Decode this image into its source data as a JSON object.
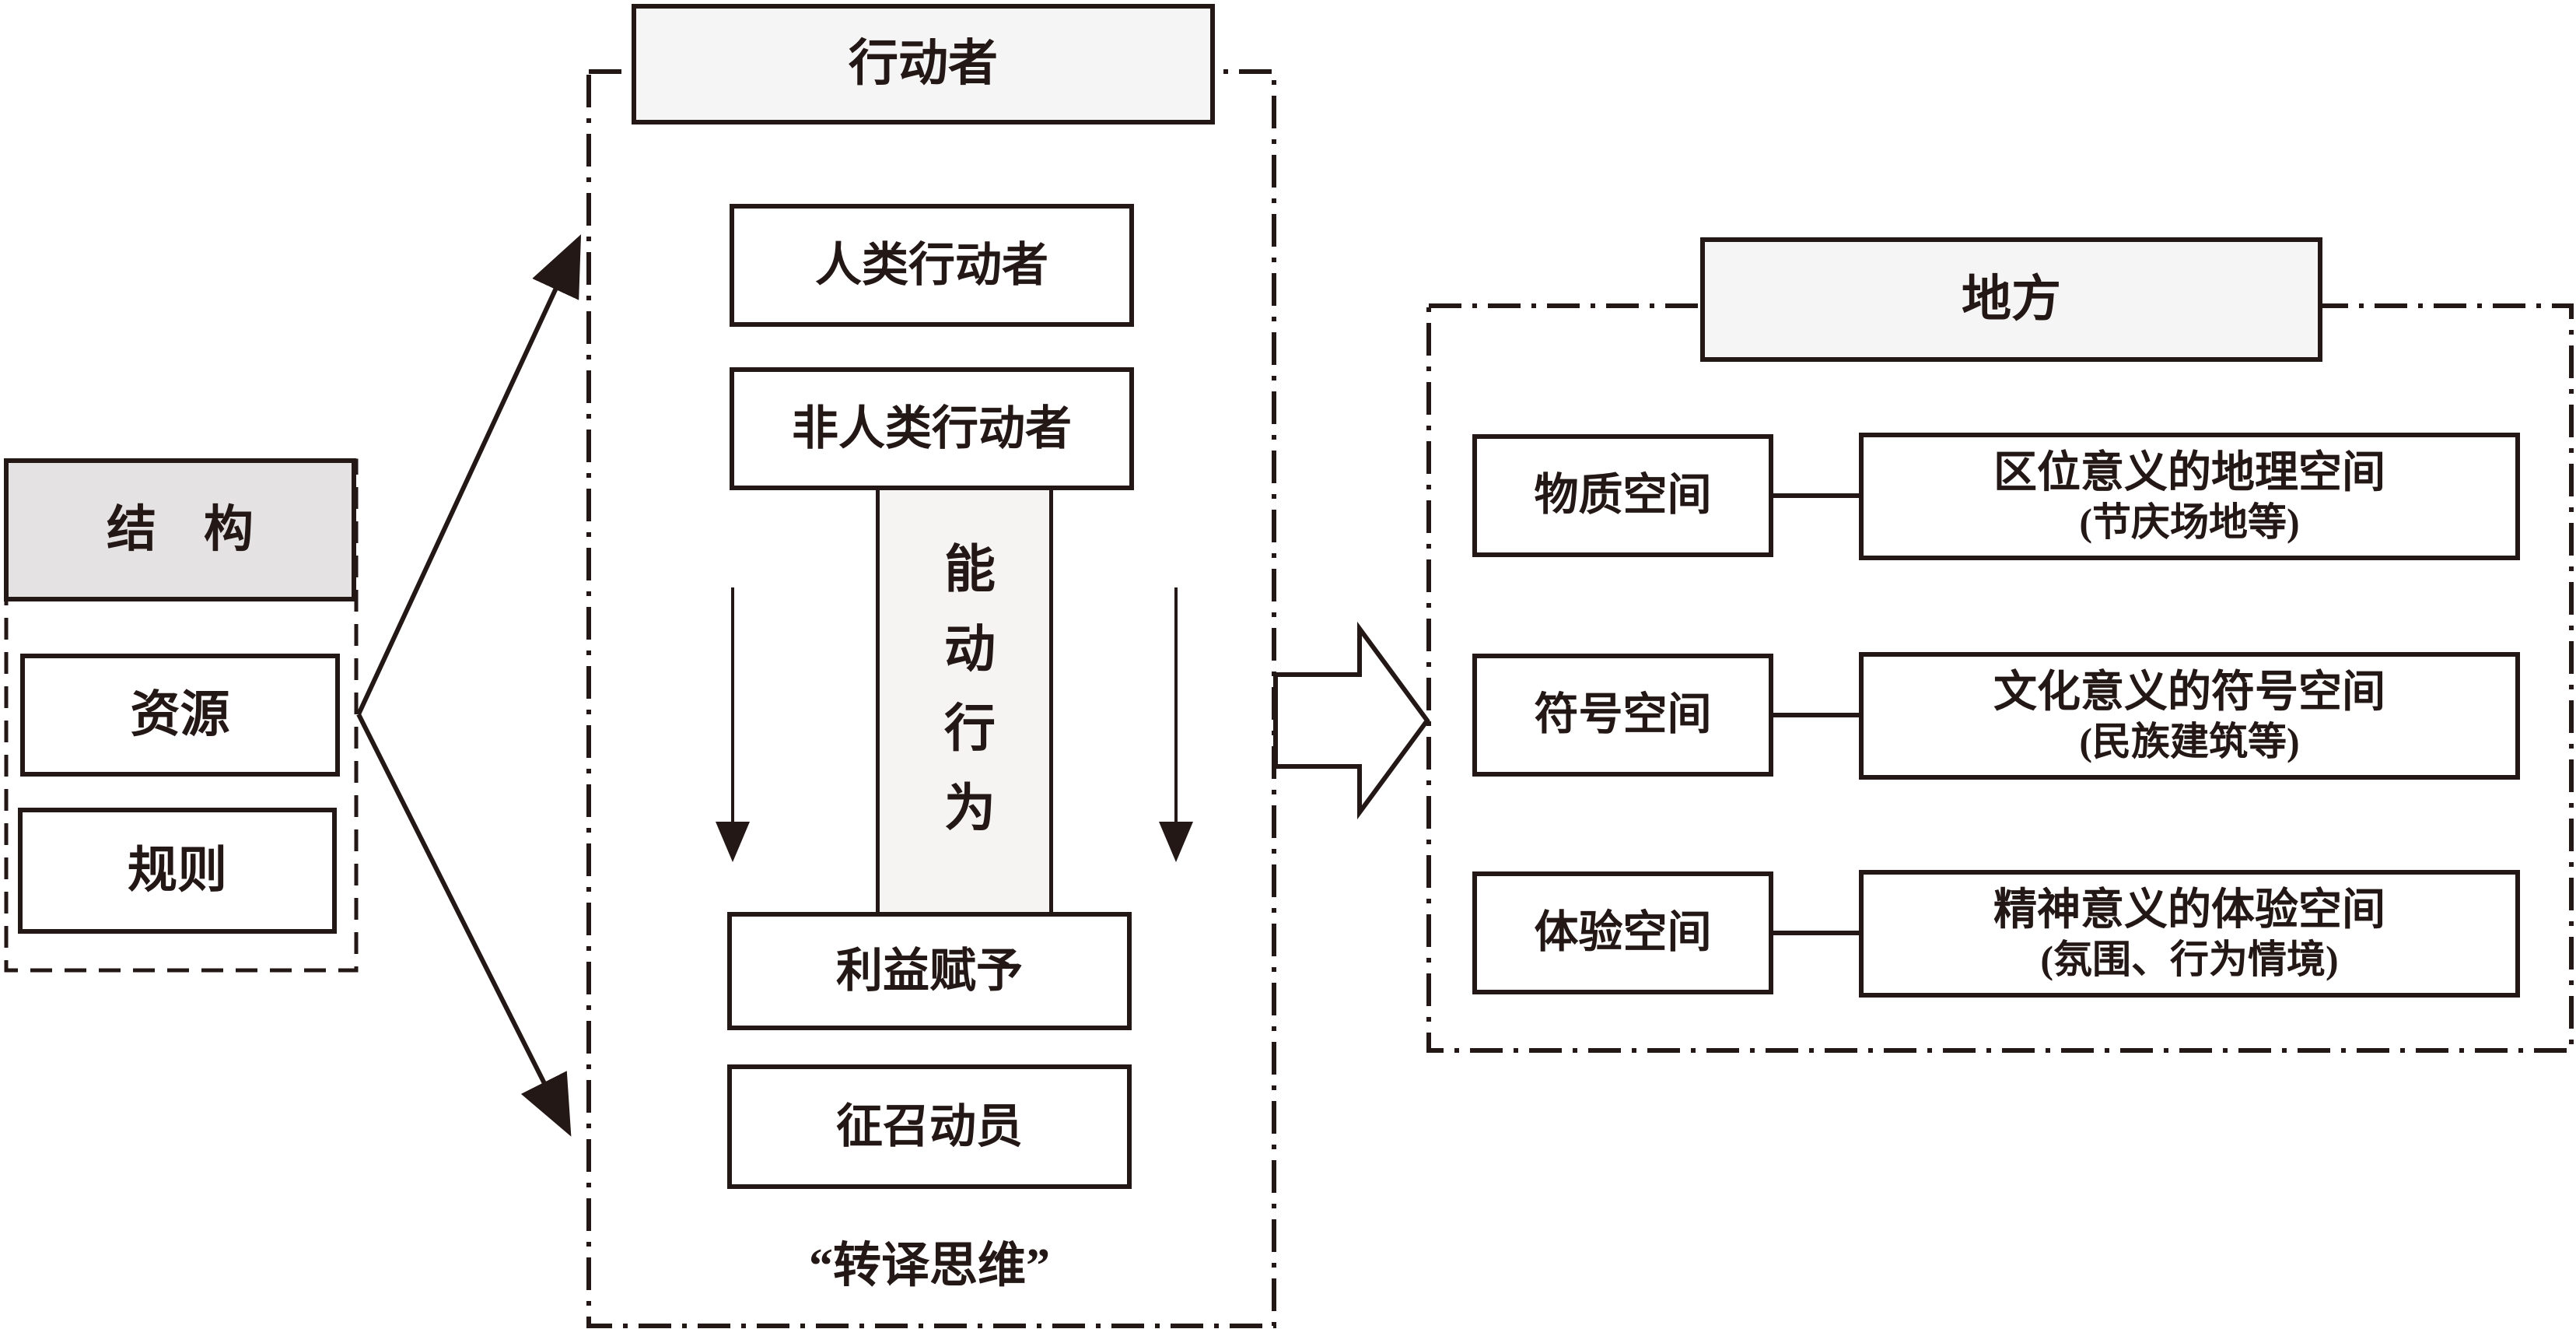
{
  "diagram_title": "actor-network translation diagram",
  "structure": {
    "title": "结 构",
    "resource": "资源",
    "rule": "规则"
  },
  "actor": {
    "title": "行动者",
    "human": "人类行动者",
    "nonhuman": "非人类行动者",
    "agency": "能动行为",
    "interest": "利益赋予",
    "mobilize": "征召动员",
    "translation": "“转译思维”"
  },
  "place": {
    "title": "地方",
    "rows": [
      {
        "left": "物质空间",
        "main": "区位意义的地理空间",
        "sub": "(节庆场地等)"
      },
      {
        "left": "符号空间",
        "main": "文化意义的符号空间",
        "sub": "(民族建筑等)"
      },
      {
        "left": "体验空间",
        "main": "精神意义的体验空间",
        "sub": "(氛围、行为情境)"
      }
    ]
  },
  "colors": {
    "ink": "#231815",
    "panel-dark": "#e4e2e2",
    "panel-light": "#f6f5f5",
    "band": "#f5f4f3",
    "paper": "#ffffff"
  }
}
